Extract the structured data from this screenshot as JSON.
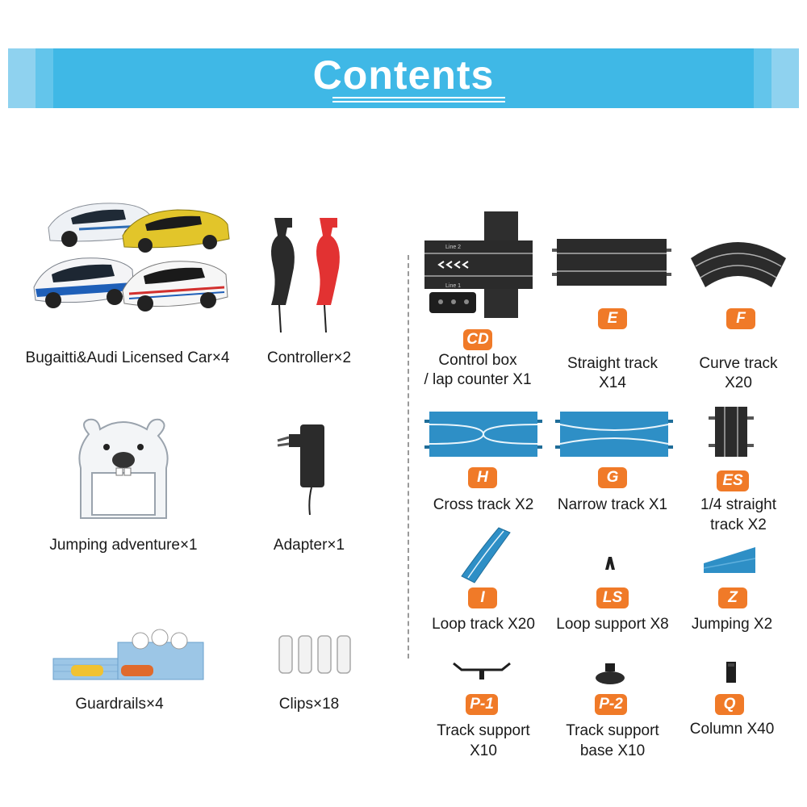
{
  "header": {
    "title": "Contents"
  },
  "left_items": [
    {
      "label": "Bugaitti&Audi Licensed Car×4"
    },
    {
      "label": "Controller×2"
    },
    {
      "label": "Jumping adventure×1"
    },
    {
      "label": "Adapter×1"
    },
    {
      "label": "Guardrails×4"
    },
    {
      "label": "Clips×18"
    }
  ],
  "track_parts": [
    {
      "code": "CD",
      "label_line1": "Control box",
      "label_line2": "/ lap counter X1"
    },
    {
      "code": "E",
      "label_line1": "Straight track",
      "label_line2": "X14"
    },
    {
      "code": "F",
      "label_line1": "Curve track",
      "label_line2": "X20"
    },
    {
      "code": "H",
      "label_line1": "Cross track X2"
    },
    {
      "code": "G",
      "label_line1": "Narrow track X1"
    },
    {
      "code": "ES",
      "label_line1": "1/4 straight",
      "label_line2": "track X2"
    },
    {
      "code": "I",
      "label_line1": "Loop track X20"
    },
    {
      "code": "LS",
      "label_line1": "Loop support X8"
    },
    {
      "code": "Z",
      "label_line1": "Jumping X2"
    },
    {
      "code": "P-1",
      "label_line1": "Track support",
      "label_line2": "X10"
    },
    {
      "code": "P-2",
      "label_line1": "Track support",
      "label_line2": "base X10"
    },
    {
      "code": "Q",
      "label_line1": "Column X40"
    }
  ],
  "control_box_lanes": {
    "lane_top": "Line 2",
    "lane_bottom": "Line 1"
  },
  "colors": {
    "banner": "#3fb8e6",
    "badge": "#f07a28",
    "track_blue": "#2e8fc6",
    "track_black": "#2b2b2b"
  }
}
